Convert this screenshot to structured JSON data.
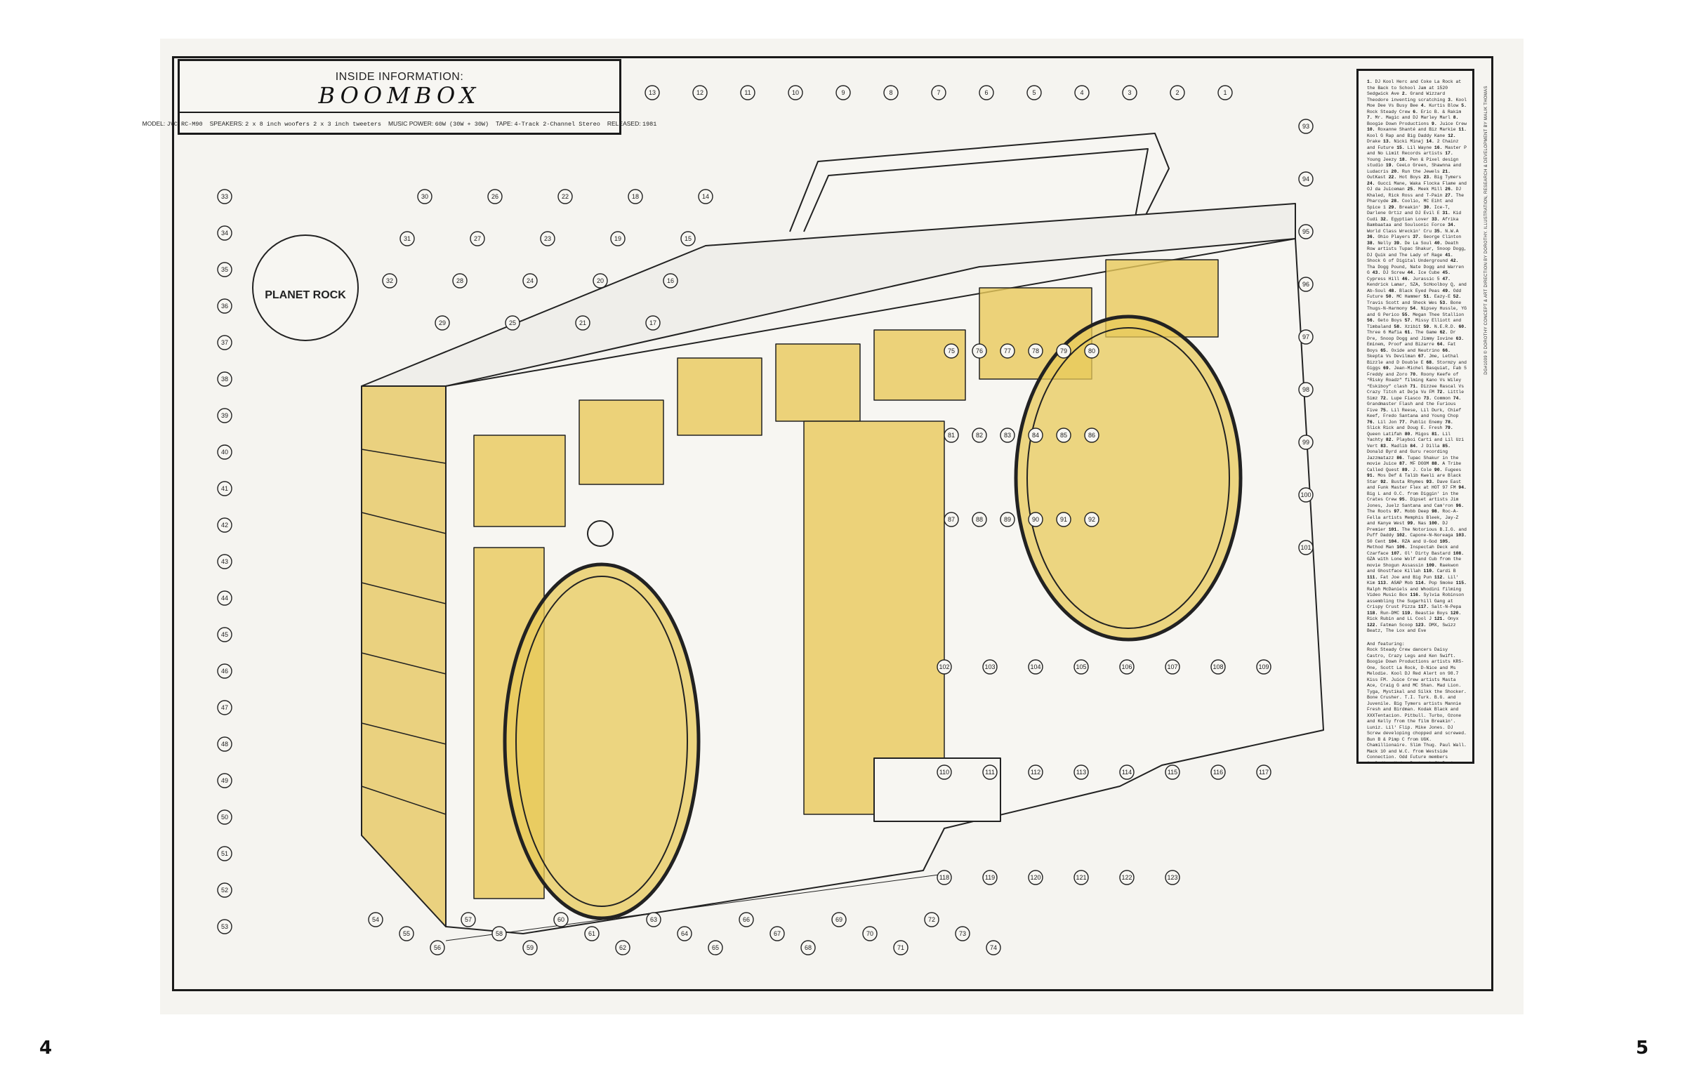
{
  "header": {
    "kicker": "INSIDE INFORMATION:",
    "title": "BOOMBOX",
    "specs": [
      {
        "label": "MODEL:",
        "value": "JVC RC-M90"
      },
      {
        "label": "SPEAKERS:",
        "value": "2 x 8 inch woofers 2 x 3 inch tweeters"
      },
      {
        "label": "MUSIC POWER:",
        "value": "60W (30W + 30W)"
      },
      {
        "label": "TAPE:",
        "value": "4-Track 2-Channel Stereo"
      },
      {
        "label": "RELEASED:",
        "value": "1981"
      }
    ]
  },
  "legend": {
    "items": [
      {
        "n": "1.",
        "t": "DJ Kool Herc and Coke La Rock at the Back to School Jam at 1520 Sedgwick Ave"
      },
      {
        "n": "2.",
        "t": "Grand Wizzard Theodore inventing scratching"
      },
      {
        "n": "3.",
        "t": "Kool Moe Dee Vs Busy Bee"
      },
      {
        "n": "4.",
        "t": "Kurtis Blow"
      },
      {
        "n": "5.",
        "t": "Rock Steady Crew"
      },
      {
        "n": "6.",
        "t": "Eric B. & Rakim"
      },
      {
        "n": "7.",
        "t": "Mr. Magic and DJ Marley Marl"
      },
      {
        "n": "8.",
        "t": "Boogie Down Productions"
      },
      {
        "n": "9.",
        "t": "Juice Crew"
      },
      {
        "n": "10.",
        "t": "Roxanne Shanté and Biz Markie"
      },
      {
        "n": "11.",
        "t": "Kool G Rap and Big Daddy Kane"
      },
      {
        "n": "12.",
        "t": "Drake"
      },
      {
        "n": "13.",
        "t": "Nicki Minaj"
      },
      {
        "n": "14.",
        "t": "2 Chainz and Future"
      },
      {
        "n": "15.",
        "t": "Lil Wayne"
      },
      {
        "n": "16.",
        "t": "Master P and No Limit Records artists"
      },
      {
        "n": "17.",
        "t": "Young Jeezy"
      },
      {
        "n": "18.",
        "t": "Pen & Pixel design studio"
      },
      {
        "n": "19.",
        "t": "CeeLo Green, Shawnna and Ludacris"
      },
      {
        "n": "20.",
        "t": "Run the Jewels"
      },
      {
        "n": "21.",
        "t": "OutKast"
      },
      {
        "n": "22.",
        "t": "Hot Boys"
      },
      {
        "n": "23.",
        "t": "Big Tymers"
      },
      {
        "n": "24.",
        "t": "Gucci Mane, Waka Flocka Flame and OJ da Juiceman"
      },
      {
        "n": "25.",
        "t": "Meek Mill"
      },
      {
        "n": "26.",
        "t": "DJ Khaled, Rick Ross and T-Pain"
      },
      {
        "n": "27.",
        "t": "The Pharcyde"
      },
      {
        "n": "28.",
        "t": "Coolio, MC Eiht and Spice 1"
      },
      {
        "n": "29.",
        "t": "Breakin'"
      },
      {
        "n": "30.",
        "t": "Ice-T, Darlene Ortiz and DJ Evil E"
      },
      {
        "n": "31.",
        "t": "Kid Cudi"
      },
      {
        "n": "32.",
        "t": "Egyptian Lover"
      },
      {
        "n": "33.",
        "t": "Afrika Bambaataa and Soulsonic Force"
      },
      {
        "n": "34.",
        "t": "World Class Wreckin' Cru"
      },
      {
        "n": "35.",
        "t": "N.W.A"
      },
      {
        "n": "36.",
        "t": "Ohio Players"
      },
      {
        "n": "37.",
        "t": "George Clinton"
      },
      {
        "n": "38.",
        "t": "Nelly"
      },
      {
        "n": "39.",
        "t": "De La Soul"
      },
      {
        "n": "40.",
        "t": "Death Row artists Tupac Shakur, Snoop Dogg, DJ Quik and The Lady of Rage"
      },
      {
        "n": "41.",
        "t": "Shock G of Digital Underground"
      },
      {
        "n": "42.",
        "t": "Tha Dogg Pound, Nate Dogg and Warren G"
      },
      {
        "n": "43.",
        "t": "DJ Screw"
      },
      {
        "n": "44.",
        "t": "Ice Cube"
      },
      {
        "n": "45.",
        "t": "Cypress Hill"
      },
      {
        "n": "46.",
        "t": "Jurassic 5"
      },
      {
        "n": "47.",
        "t": "Kendrick Lamar, SZA, ScHoolboy Q, and Ab-Soul"
      },
      {
        "n": "48.",
        "t": "Black Eyed Peas"
      },
      {
        "n": "49.",
        "t": "Odd Future"
      },
      {
        "n": "50.",
        "t": "MC Hammer"
      },
      {
        "n": "51.",
        "t": "Eazy-E"
      },
      {
        "n": "52.",
        "t": "Travis Scott and Sheck Wes"
      },
      {
        "n": "53.",
        "t": "Bone Thugs-N-Harmony"
      },
      {
        "n": "54.",
        "t": "Nipsey Hussle, YG and G Perico"
      },
      {
        "n": "55.",
        "t": "Megan Thee Stallion"
      },
      {
        "n": "56.",
        "t": "Geto Boys"
      },
      {
        "n": "57.",
        "t": "Missy Elliott and Timbaland"
      },
      {
        "n": "58.",
        "t": "Xzibit"
      },
      {
        "n": "59.",
        "t": "N.E.R.D."
      },
      {
        "n": "60.",
        "t": "Three 6 Mafia"
      },
      {
        "n": "61.",
        "t": "The Game"
      },
      {
        "n": "62.",
        "t": "Dr Dre, Snoop Dogg and Jimmy Iovine"
      },
      {
        "n": "63.",
        "t": "Eminem, Proof and Bizarre"
      },
      {
        "n": "64.",
        "t": "Fat Boys"
      },
      {
        "n": "65.",
        "t": "Oxide and Neutrino"
      },
      {
        "n": "66.",
        "t": "Skepta Vs Devilman"
      },
      {
        "n": "67.",
        "t": "Jme, Lethal Bizzle and D Double E"
      },
      {
        "n": "68.",
        "t": "Stormzy and Giggs"
      },
      {
        "n": "69.",
        "t": "Jean-Michel Basquiat, Fab 5 Freddy and Zoro"
      },
      {
        "n": "70.",
        "t": "Roony Keefe of “Risky Roadz” filming Kano Vs Wiley “Eskiboy” clash"
      },
      {
        "n": "71.",
        "t": "Dizzee Rascal Vs Crazy Titch at Deja Vu FM"
      },
      {
        "n": "72.",
        "t": "Little Simz"
      },
      {
        "n": "72.",
        "t": "Lupe Fiasco"
      },
      {
        "n": "73.",
        "t": "Common"
      },
      {
        "n": "74.",
        "t": "Grandmaster Flash and the Furious Five"
      },
      {
        "n": "75.",
        "t": "Lil Reese, Lil Durk, Chief Keef, Fredo Santana and Young Chop"
      },
      {
        "n": "76.",
        "t": "Lil Jon"
      },
      {
        "n": "77.",
        "t": "Public Enemy"
      },
      {
        "n": "78.",
        "t": "Slick Rick and Doug E. Fresh"
      },
      {
        "n": "79.",
        "t": "Queen Latifah"
      },
      {
        "n": "80.",
        "t": "Migos"
      },
      {
        "n": "81.",
        "t": "Lil Yachty"
      },
      {
        "n": "82.",
        "t": "Playboi Carti and Lil Uzi Vert"
      },
      {
        "n": "83.",
        "t": "Madlib"
      },
      {
        "n": "84.",
        "t": "J Dilla"
      },
      {
        "n": "85.",
        "t": "Donald Byrd and Guru recording Jazzmatazz"
      },
      {
        "n": "86.",
        "t": "Tupac Shakur in the movie Juice"
      },
      {
        "n": "87.",
        "t": "MF DOOM"
      },
      {
        "n": "88.",
        "t": "A Tribe Called Quest"
      },
      {
        "n": "89.",
        "t": "J. Cole"
      },
      {
        "n": "90.",
        "t": "Fugees"
      },
      {
        "n": "91.",
        "t": "Mos Def & Talib Kweli are Black Star"
      },
      {
        "n": "92.",
        "t": "Busta Rhymes"
      },
      {
        "n": "93.",
        "t": "Dave East and Funk Master Flex at HOT 97 FM"
      },
      {
        "n": "94.",
        "t": "Big L and O.C. from Diggin' in the Crates Crew"
      },
      {
        "n": "95.",
        "t": "Dipset artists Jim Jones, Juelz Santana and Cam'ron"
      },
      {
        "n": "96.",
        "t": "The Roots"
      },
      {
        "n": "97.",
        "t": "Mobb Deep"
      },
      {
        "n": "98.",
        "t": "Roc-A-Fella artists Memphis Bleek, Jay-Z and Kanye West"
      },
      {
        "n": "99.",
        "t": "Nas"
      },
      {
        "n": "100.",
        "t": "DJ Premier"
      },
      {
        "n": "101.",
        "t": "The Notorious B.I.G. and Puff Daddy"
      },
      {
        "n": "102.",
        "t": "Capone-N-Noreaga"
      },
      {
        "n": "103.",
        "t": "50 Cent"
      },
      {
        "n": "104.",
        "t": "RZA and U-God"
      },
      {
        "n": "105.",
        "t": "Method Man"
      },
      {
        "n": "106.",
        "t": "Inspectah Deck and Czarface"
      },
      {
        "n": "107.",
        "t": "Ol' Dirty Bastard"
      },
      {
        "n": "108.",
        "t": "GZA with Lone Wolf and Cub from the movie Shogun Assassin"
      },
      {
        "n": "109.",
        "t": "Raekwon and Ghostface Killah"
      },
      {
        "n": "110.",
        "t": "Cardi B"
      },
      {
        "n": "111.",
        "t": "Fat Joe and Big Pun"
      },
      {
        "n": "112.",
        "t": "Lil' Kim"
      },
      {
        "n": "113.",
        "t": "ASAP Mob"
      },
      {
        "n": "114.",
        "t": "Pop Smoke"
      },
      {
        "n": "115.",
        "t": "Ralph McDaniels and Whodini filming Video Music Box"
      },
      {
        "n": "116.",
        "t": "Sylvia Robinson assembling the Sugarhill Gang at Crispy Crust Pizza"
      },
      {
        "n": "117.",
        "t": "Salt-N-Pepa"
      },
      {
        "n": "118.",
        "t": "Run-DMC"
      },
      {
        "n": "119.",
        "t": "Beastie Boys"
      },
      {
        "n": "120.",
        "t": "Rick Rubin and LL Cool J"
      },
      {
        "n": "121.",
        "t": "Onyx"
      },
      {
        "n": "122.",
        "t": "Fatman Scoop"
      },
      {
        "n": "123.",
        "t": "DMX, Swizz Beatz, The Lox and Eve"
      }
    ],
    "featuring_heading": "And featuring:",
    "featuring_text": "Rock Steady Crew dancers Daisy Castro, Crazy Legs and Ken Swift. Boogie Down Productions artists KRS-One, Scott La Rock, D-Nice and Ms Melodie. Kool DJ Red Alert on 98.7 Kiss FM. Juice Crew artists Masta Ace, Craig G and MC Shan. Mad Lion. Tyga, Mystikal and Silkk the Shocker. Bone Crusher. T.I. Turk. B.G. and Juvenile. Big Tymers artists Mannie Fresh and Birdman. Kodak Black and XXXTentacion. Pitbull. Turbo, Ozone and Kelly from the film Breakin'. Luniz. Lil' Flip. Mike Jones. DJ Screw developing chopped and screwed. Bun B & Pimp C from UGK. Chamillionaire. Slim Thug. Paul Wall. Mack 10 and W.C. from Westside Connection. Odd Future members including Hodgy Beats, Left Brain, Syd The Kid, Taco, Frank Ocean, Jasper Dolphin and Tyler, the Creator. Tim Dog. E-40. Too Short. Mac Dre. Lil B. B.G. Knocc Out and Dresta. Riff Raff. Pusha T and No Malice from Clipse. Ms Dynamite and Megaman. So Solid Crew. Slowthai. Jammer. Chipmunk and Ghetts. Devlin. Twista, Young Nudy and 21 Savage. Soulja Boy. Gunna and Young Thug. Flavor Flav and Chuck D. Lil Baby. KMD artists Onyx the Birthstone Kid and Subroc. Mic Geronimo. Ja Rule. Irv Gotti. Akon. Beanie Sigel. The Alchemist. Obi Dara. AZ. Lil' Cease. Mase. Remy Ma. G-Unit artists including 50 Cent, Lloyd Banks and Tony Yayo. ASAP Mob collective artists including ASAP Yams, ASAP Rocky, ASAP Ferg, ASAP Nast and ASAP Ant. Bobby Shmurda. Grandmaster Caz."
  },
  "credit": "DG#1009 © DOROTHY CONCEPT & ART DIRECTION BY DOROTHY. ILLUSTRATION, RESEARCH & DEVELOPMENT BY MALIK THOMAS",
  "illustration": {
    "planet_label": "PLANET ROCK",
    "callouts": [
      "1",
      "2",
      "3",
      "4",
      "5",
      "6",
      "7",
      "8",
      "9",
      "10",
      "11",
      "12",
      "13",
      "14",
      "15",
      "16",
      "17",
      "18",
      "19",
      "20",
      "21",
      "22",
      "23",
      "24",
      "25",
      "26",
      "27",
      "28",
      "29",
      "30",
      "31",
      "32",
      "33",
      "34",
      "35",
      "36",
      "37",
      "38",
      "39",
      "40",
      "41",
      "42",
      "43",
      "44",
      "45",
      "46",
      "47",
      "48",
      "49",
      "50",
      "51",
      "52",
      "53",
      "54",
      "55",
      "56",
      "57",
      "58",
      "59",
      "60",
      "61",
      "62",
      "63",
      "64",
      "65",
      "66",
      "67",
      "68",
      "69",
      "70",
      "71",
      "72",
      "73",
      "74",
      "75",
      "76",
      "77",
      "78",
      "79",
      "80",
      "81",
      "82",
      "83",
      "84",
      "85",
      "86",
      "87",
      "88",
      "89",
      "90",
      "91",
      "92",
      "93",
      "94",
      "95",
      "96",
      "97",
      "98",
      "99",
      "100",
      "101",
      "102",
      "103",
      "104",
      "105",
      "106",
      "107",
      "108",
      "109",
      "110",
      "111",
      "112",
      "113",
      "114",
      "115",
      "116",
      "117",
      "118",
      "119",
      "120",
      "121",
      "122",
      "123"
    ]
  },
  "colors": {
    "accent_yellow": "#e8c95a",
    "ink": "#1a1a1a",
    "paper": "#f5f4f0"
  },
  "page_numbers": {
    "left": "4",
    "right": "5"
  }
}
